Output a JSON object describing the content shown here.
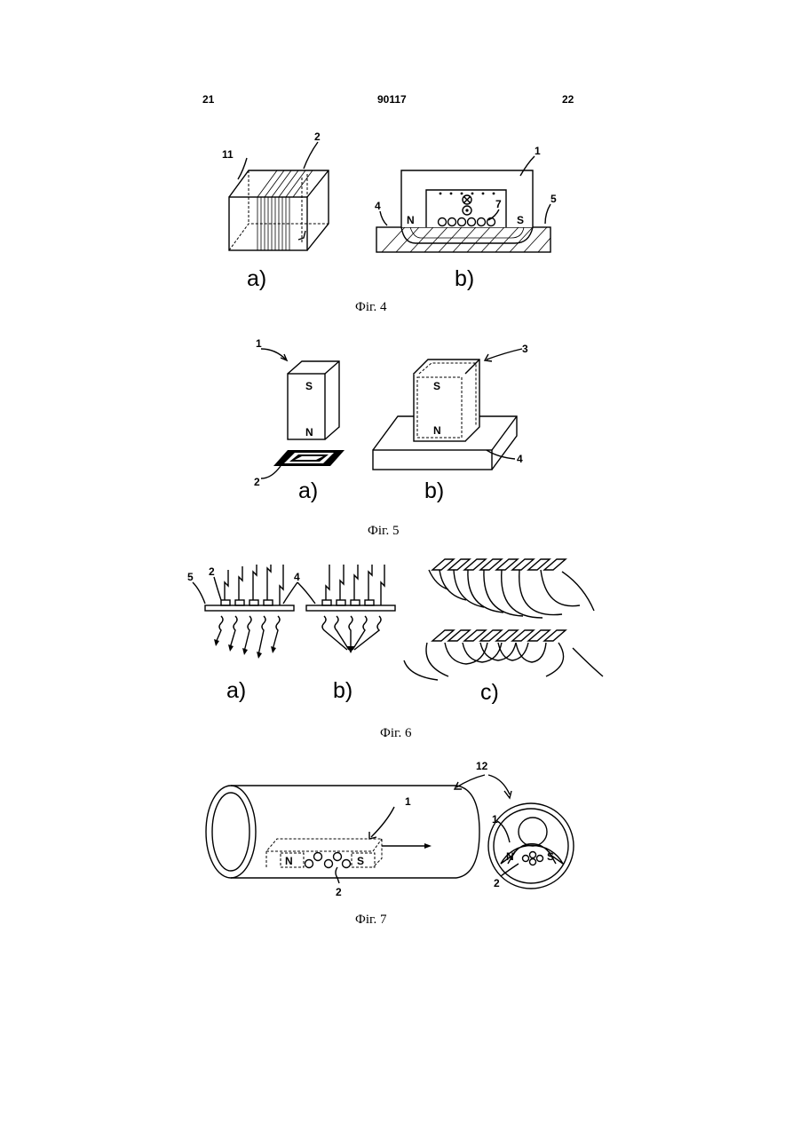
{
  "header": {
    "left_page": "21",
    "center_number": "90117",
    "right_page": "22"
  },
  "figures": [
    {
      "caption": "Фіг. 4",
      "subfigures": [
        "a)",
        "b)"
      ],
      "reference_labels": [
        "11",
        "2",
        "1",
        "4",
        "5",
        "7",
        "N",
        "S"
      ]
    },
    {
      "caption": "Фіг. 5",
      "subfigures": [
        "a)",
        "b)"
      ],
      "reference_labels": [
        "1",
        "2",
        "3",
        "4",
        "S",
        "N",
        "S",
        "N"
      ]
    },
    {
      "caption": "Фіг. 6",
      "subfigures": [
        "a)",
        "b)",
        "c)"
      ],
      "reference_labels": [
        "5",
        "2",
        "4"
      ]
    },
    {
      "caption": "Фіг. 7",
      "subfigures": [],
      "reference_labels": [
        "12",
        "1",
        "2",
        "N",
        "S",
        "1",
        "N",
        "S",
        "2"
      ]
    }
  ]
}
